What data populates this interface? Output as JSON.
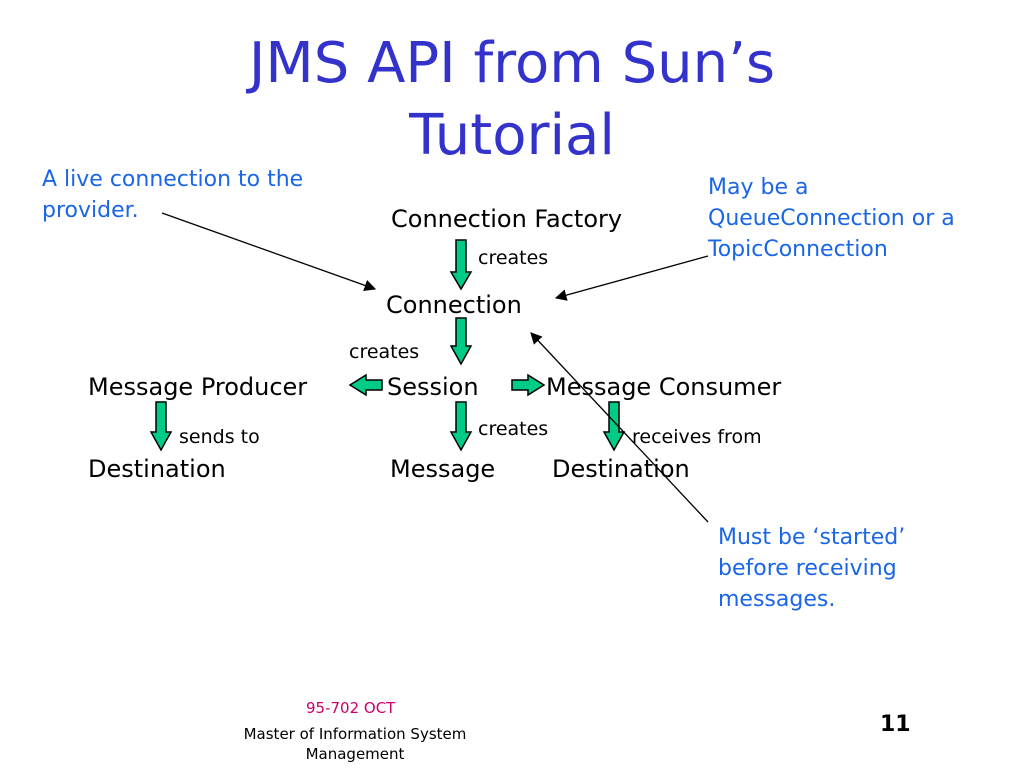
{
  "title": {
    "line1": "JMS API from Sun’s",
    "line2": "Tutorial"
  },
  "nodes": {
    "connection_factory": "Connection Factory",
    "connection": "Connection",
    "session": "Session",
    "message_producer": "Message Producer",
    "message_consumer": "Message Consumer",
    "destination_left": "Destination",
    "message": "Message",
    "destination_right": "Destination"
  },
  "edges": {
    "creates_1": "creates",
    "creates_2": "creates",
    "creates_3": "creates",
    "sends_to": "sends to",
    "receives_from": "receives from"
  },
  "notes": {
    "live_connection": [
      "A live connection to the",
      "provider."
    ],
    "connection_type": [
      "May be a",
      "QueueConnection or a",
      "TopicConnection"
    ],
    "started": [
      "Must be ‘started’",
      "before receiving",
      "messages."
    ]
  },
  "footer": {
    "course_code": "95-702 OCT",
    "program_line1": "Master of Information System",
    "program_line2": "Management",
    "page_number": "11"
  },
  "colors": {
    "title": "#3333cc",
    "note": "#1a66e6",
    "arrow_fill": "#00cc88",
    "footer_code": "#cc0066"
  }
}
